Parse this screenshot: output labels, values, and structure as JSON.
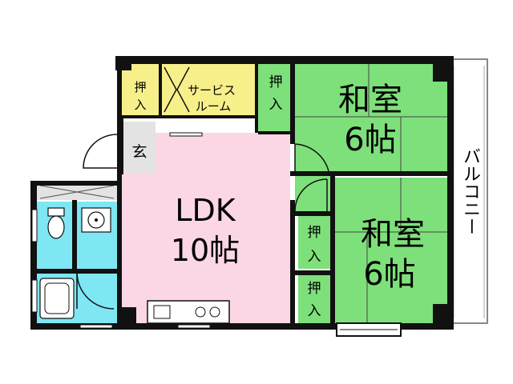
{
  "colors": {
    "wall": "#111111",
    "yellow": "#f7f08a",
    "green": "#7ee07a",
    "pink": "#fbd7e6",
    "blue": "#7fe7f3",
    "balcony": "#ffffff",
    "genkan": "#e3e3e3"
  },
  "rooms": {
    "washitsu1": {
      "name": "和室",
      "size": "6帖"
    },
    "washitsu2": {
      "name": "和室",
      "size": "6帖"
    },
    "ldk": {
      "name": "LDK",
      "size": "10帖"
    },
    "service_room": {
      "line1": "サービス",
      "line2": "ルーム"
    },
    "genkan": "玄",
    "balcony": "バルコニー",
    "closet_a": {
      "c1": "押",
      "c2": "入"
    },
    "closet_b": {
      "c1": "押",
      "c2": "入"
    },
    "closet_c": {
      "c1": "押",
      "c2": "入"
    },
    "closet_d": {
      "c1": "押",
      "c2": "入"
    }
  },
  "icons": {
    "toilet": "toilet-icon",
    "washbasin": "washbasin-icon",
    "bathtub": "bathtub-icon",
    "kitchen": "kitchen-counter-icon"
  }
}
